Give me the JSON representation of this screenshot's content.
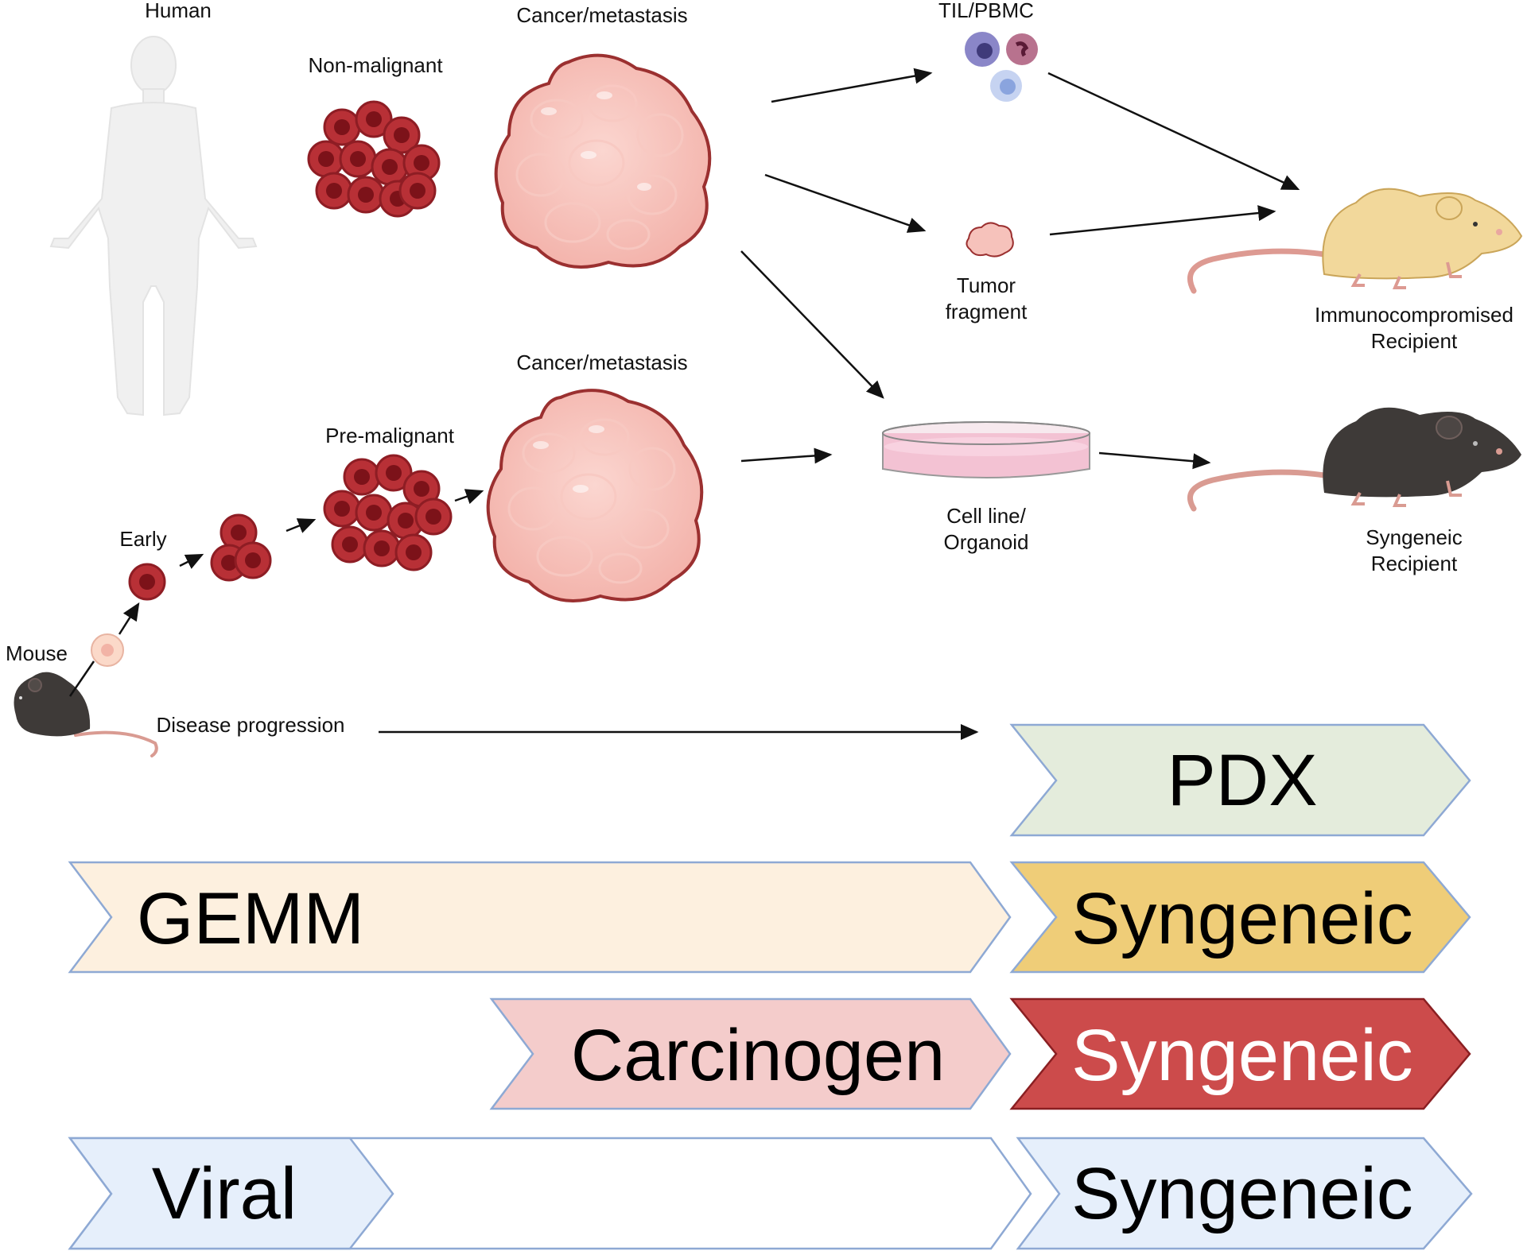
{
  "labels": {
    "human": "Human",
    "non_malignant": "Non-malignant",
    "cancer_top": "Cancer/metastasis",
    "til_pbmc": "TIL/PBMC",
    "tumor_fragment_1": "Tumor",
    "tumor_fragment_2": "fragment",
    "immuno_1": "Immunocompromised",
    "immuno_2": "Recipient",
    "cancer_bottom": "Cancer/metastasis",
    "pre_malignant": "Pre-malignant",
    "early": "Early",
    "mouse": "Mouse",
    "cell_line_1": "Cell line/",
    "cell_line_2": "Organoid",
    "syngeneic_recipient_1": "Syngeneic",
    "syngeneic_recipient_2": "Recipient",
    "disease_progression": "Disease progression"
  },
  "bands": {
    "pdx": "PDX",
    "gemm": "GEMM",
    "syngeneic_1": "Syngeneic",
    "carcinogen": "Carcinogen",
    "syngeneic_2": "Syngeneic",
    "viral": "Viral",
    "syngeneic_3": "Syngeneic"
  },
  "colors": {
    "pdx_fill": "#e4ecdc",
    "gemm_fill": "#fdf0df",
    "syngeneic_gold": "#efcd78",
    "carcinogen_fill": "#f4cccb",
    "syngeneic_red": "#cc4b4b",
    "viral_fill": "#e6effb",
    "band_stroke": "#8ea9d4",
    "tumor_pink": "#f6bdb6",
    "tumor_outline": "#9b3030",
    "cell_red": "#b83036",
    "mouse_black": "#3e3a38",
    "mouse_yellow": "#f2d89b"
  }
}
